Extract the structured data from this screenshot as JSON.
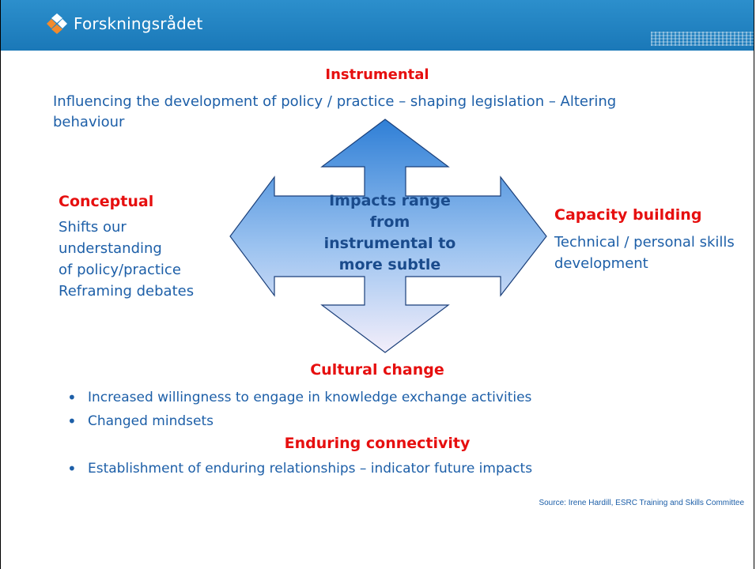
{
  "header": {
    "logo_text": "Forskningsrådet",
    "banner_color": "#1f80c0"
  },
  "instrumental": {
    "title": "Instrumental",
    "description": "Influencing the development of policy / practice – shaping legislation – Altering behaviour"
  },
  "conceptual": {
    "title": "Conceptual",
    "lines": [
      "Shifts our",
      "understanding",
      "of policy/practice",
      "Reframing debates"
    ]
  },
  "capacity": {
    "title": "Capacity building",
    "lines": [
      "Technical / personal skills",
      "development"
    ]
  },
  "center": {
    "lines": [
      "Impacts range",
      "from",
      "instrumental to",
      "more subtle"
    ]
  },
  "cultural": {
    "title": "Cultural change",
    "bullets": [
      "Increased willingness to engage in knowledge exchange activities",
      "Changed mindsets"
    ]
  },
  "enduring": {
    "title": "Enduring connectivity",
    "bullets": [
      "Establishment of enduring relationships – indicator future impacts"
    ]
  },
  "source": "Source: Irene Hardill, ESRC Training and Skills Committee",
  "colors": {
    "title_red": "#e60f0f",
    "text_blue": "#1d5fa8",
    "arrow_top": "#2f7fd6",
    "arrow_bottom": "#f3eefa"
  }
}
